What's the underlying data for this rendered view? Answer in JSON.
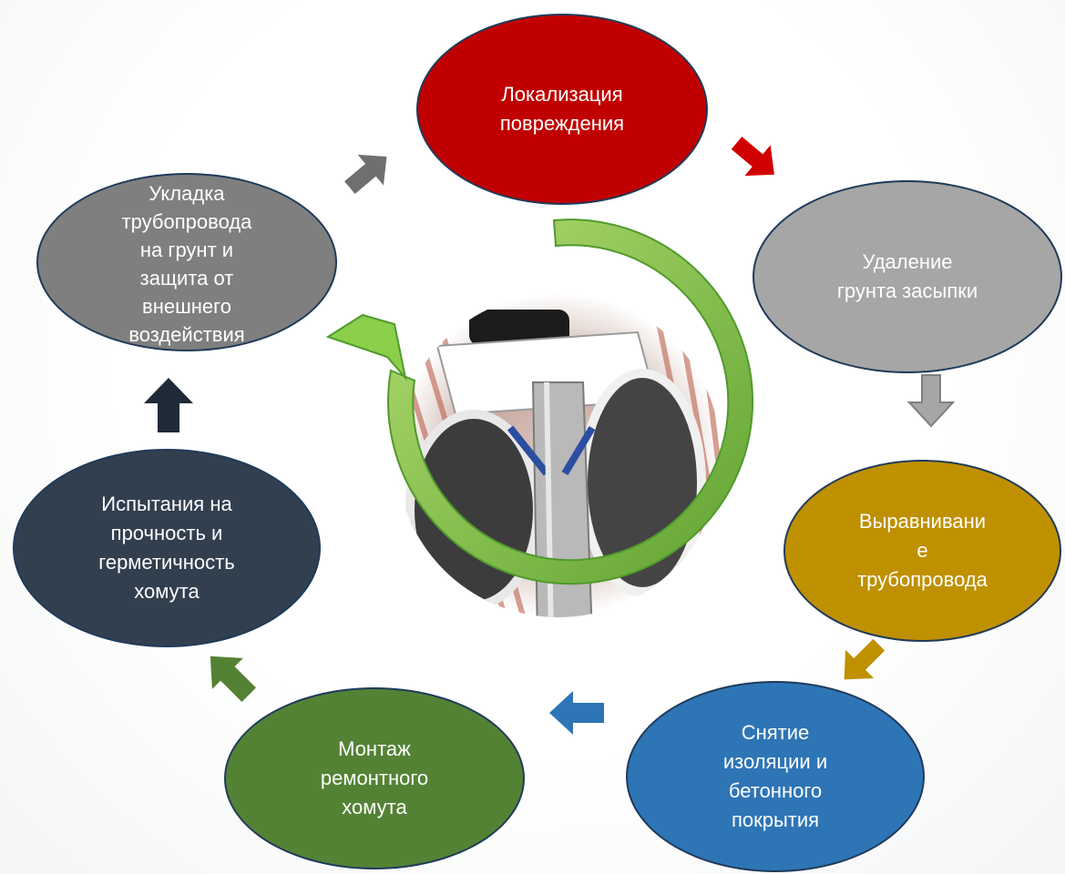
{
  "diagram": {
    "stages": [
      {
        "id": "s1",
        "label": "Локализация\nповреждения",
        "color": "#c00000"
      },
      {
        "id": "s2",
        "label": "Удаление\nгрунта засыпки",
        "color": "#a6a6a6"
      },
      {
        "id": "s3",
        "label": "Выравнивани\nе\nтрубопровода",
        "color": "#bf9000"
      },
      {
        "id": "s4",
        "label": "Снятие\nизоляции и\nбетонного\nпокрытия",
        "color": "#2e75b6"
      },
      {
        "id": "s5",
        "label": "Монтаж\nремонтного\nхомута",
        "color": "#548235"
      },
      {
        "id": "s6",
        "label": "Испытания на\nпрочность и\nгерметичность\nхомута",
        "color": "#323f4f"
      },
      {
        "id": "s7",
        "label": "Укладка\nтрубопровода\nна грунт и\nзащита от\nвнешнего\nвоздействия",
        "color": "#7f7f7f"
      }
    ],
    "cycle_arrow_color": "#7cc242",
    "center_image": "pipeline-repair-clamp-photo"
  }
}
